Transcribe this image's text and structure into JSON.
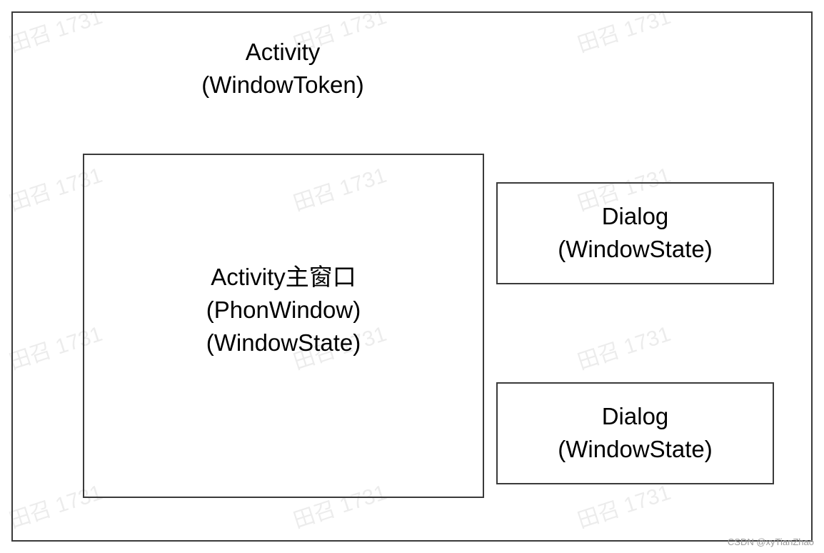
{
  "outer": {
    "title": "Activity",
    "subtitle": "(WindowToken)"
  },
  "main_window": {
    "line1": "Activity主窗口",
    "line2": "(PhonWindow)",
    "line3": "(WindowState)"
  },
  "dialogs": [
    {
      "title": "Dialog",
      "subtitle": "(WindowState)"
    },
    {
      "title": "Dialog",
      "subtitle": "(WindowState)"
    }
  ],
  "watermark": "田召 1731",
  "credit": "CSDN @xyTianZhao"
}
